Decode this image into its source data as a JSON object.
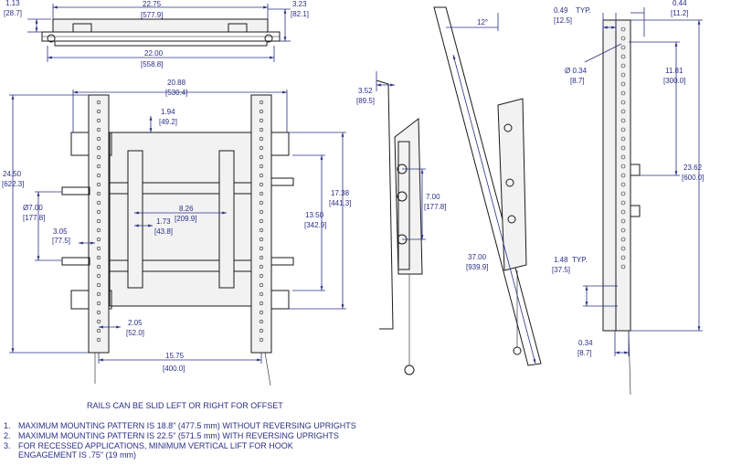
{
  "colors": {
    "dimension": "#2a2f86",
    "outline": "#1a1a1a",
    "background": "#ffffff"
  },
  "top_view": {
    "left_height": {
      "in": "1.13",
      "mm": "[28.7]"
    },
    "overall_width": {
      "in": "22.75",
      "mm": "[577.9]"
    },
    "depth": {
      "in": "3.23",
      "mm": "[82.1]"
    },
    "rail_width": {
      "in": "22.00",
      "mm": "[558.8]"
    }
  },
  "front_view": {
    "width": {
      "in": "20.88",
      "mm": "[530.4]"
    },
    "height": {
      "in": "24.50",
      "mm": "[622.3]"
    },
    "top_offset": {
      "in": "1.94",
      "mm": "[49.2]"
    },
    "hole_height": {
      "in": "Ø7.00",
      "mm": "[177.8]"
    },
    "side_offset": {
      "in": "3.05",
      "mm": "[77.5]"
    },
    "inner_width": {
      "in": "8.26",
      "mm": "[209.9]"
    },
    "small_gap": {
      "in": "1.73",
      "mm": "[43.8]"
    },
    "arm_height": {
      "in": "13.50",
      "mm": "[342.9]"
    },
    "outer_height": {
      "in": "17.38",
      "mm": "[441.3]"
    },
    "bottom_offset": {
      "in": "2.05",
      "mm": "[52.0]"
    },
    "rail_spacing": {
      "in": "15.75",
      "mm": "[400.0]"
    },
    "caption": "RAILS CAN BE SLID LEFT OR RIGHT FOR OFFSET"
  },
  "side_view": {
    "depth": {
      "in": "3.52",
      "mm": "[89.5]"
    },
    "bracket_height": {
      "in": "7.00",
      "mm": "[177.8]"
    }
  },
  "tilt_view": {
    "angle": "12°",
    "length": {
      "in": "37.00",
      "mm": "[939.9]"
    }
  },
  "upright_view": {
    "hole_offset": {
      "in": "0.49",
      "typ": "TYP.",
      "mm": "[12.5]"
    },
    "top_width": {
      "in": "0.44",
      "mm": "[11.2]"
    },
    "hole_dia": {
      "in": "Ø 0.34",
      "mm": "[8.7]"
    },
    "hole_span": {
      "in": "11.81",
      "mm": "[300.0]"
    },
    "total_height": {
      "in": "23.62",
      "mm": "[600.0]"
    },
    "slot_pitch": {
      "in": "1.48",
      "typ": "TYP.",
      "mm": "[37.5]"
    },
    "bottom_hole": {
      "in": "0.34",
      "mm": "[8.7]"
    }
  },
  "notes": [
    {
      "num": "1.",
      "text": "MAXIMUM MOUNTING PATTERN IS 18.8\" (477.5 mm) WITHOUT REVERSING UPRIGHTS"
    },
    {
      "num": "2.",
      "text": "MAXIMUM MOUNTING PATTERN IS 22.5\" (571.5 mm) WITH REVERSING UPRIGHTS"
    },
    {
      "num": "3.",
      "text": "FOR RECESSED APPLICATIONS, MINIMUM VERTICAL LIFT FOR HOOK"
    },
    {
      "num": "",
      "text": "ENGAGEMENT IS .75\" (19 mm)"
    }
  ]
}
